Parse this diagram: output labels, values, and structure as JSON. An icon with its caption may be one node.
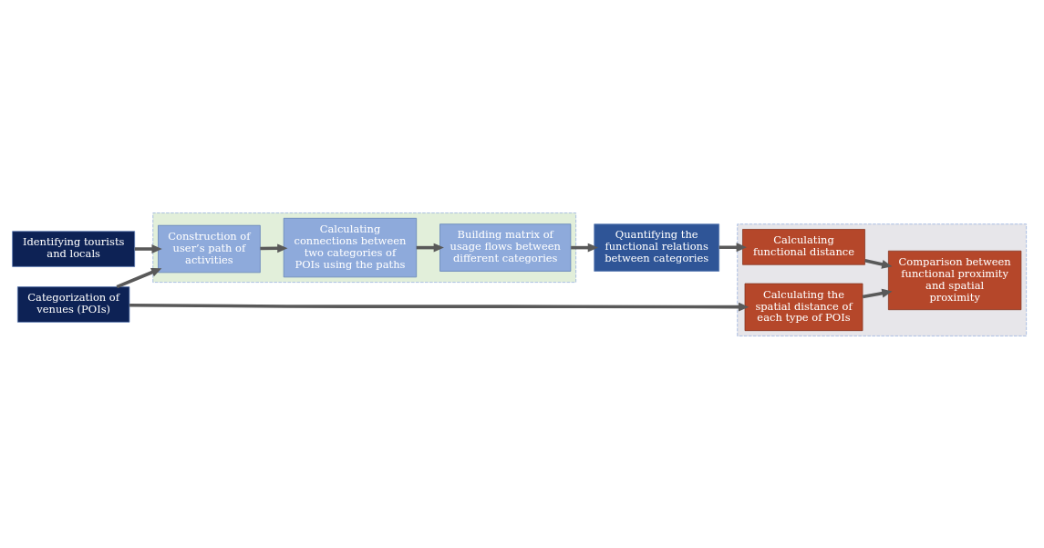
{
  "diagram": {
    "nodes": [
      {
        "text": [
          "Identifying tourists and locals"
        ]
      },
      {
        "text": [
          "Categorization of venues (POIs)"
        ]
      },
      {
        "text": [],
        "shape": "box"
      },
      {
        "text": [
          "Construction of user’s path of activities"
        ],
        "in": 2
      },
      {
        "text": [
          "Calculating connections between two categories of POIs using the paths"
        ],
        "in": 2
      },
      {
        "text": [
          "Building matrix of usage flows between different categories"
        ],
        "in": 2
      },
      {
        "text": [
          "Quantifying the functional relations between categories"
        ]
      },
      {
        "text": [],
        "shape": "box"
      },
      {
        "text": [
          "Calculating the spatial distance of each type of POIs"
        ],
        "in": 7
      },
      {
        "text": [
          "Calculating functional distance"
        ],
        "in": 7
      },
      {
        "text": [
          "Comparison between functional proximity and spatial proximity"
        ],
        "in": 7
      }
    ],
    "edges": [
      {
        "from": 0,
        "to": 3,
        "arrow": "to"
      },
      {
        "from": 1,
        "to": 3,
        "arrow": "to"
      },
      {
        "from": 3,
        "to": 4,
        "arrow": "to"
      },
      {
        "from": 4,
        "to": 5,
        "arrow": "to"
      },
      {
        "from": 5,
        "to": 6,
        "arrow": "to"
      },
      {
        "from": 6,
        "to": 9,
        "arrow": "to"
      },
      {
        "from": 1,
        "to": 8,
        "arrow": "to"
      },
      {
        "from": 8,
        "to": 10,
        "arrow": "to"
      },
      {
        "from": 9,
        "to": 10,
        "arrow": "to"
      }
    ]
  }
}
